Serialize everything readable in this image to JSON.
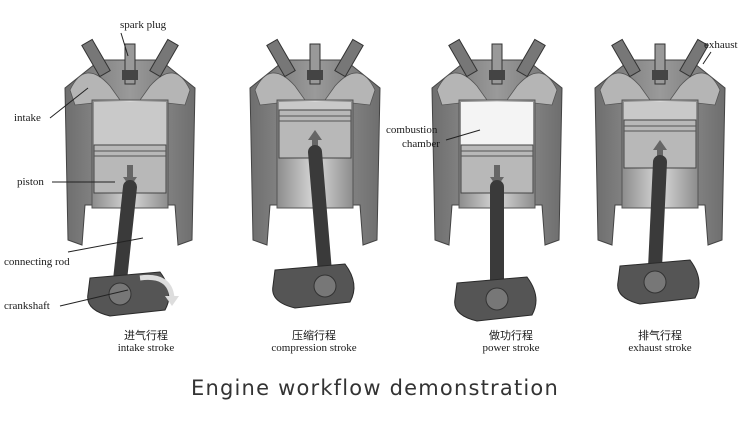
{
  "labels": {
    "spark_plug": "spark plug",
    "intake": "intake",
    "piston": "piston",
    "connecting_rod": "connecting rod",
    "crankshaft": "crankshaft",
    "combustion_chamber_line1": "combustion",
    "combustion_chamber_line2": "chamber",
    "exhaust": "exhaust"
  },
  "strokes": [
    {
      "name_cn": "进气行程",
      "name_en": "intake stroke"
    },
    {
      "name_cn": "压缩行程",
      "name_en": "compression stroke"
    },
    {
      "name_cn": "做功行程",
      "name_en": "power stroke"
    },
    {
      "name_cn": "排气行程",
      "name_en": "exhaust stroke"
    }
  ],
  "caption": "Engine workflow demonstration"
}
